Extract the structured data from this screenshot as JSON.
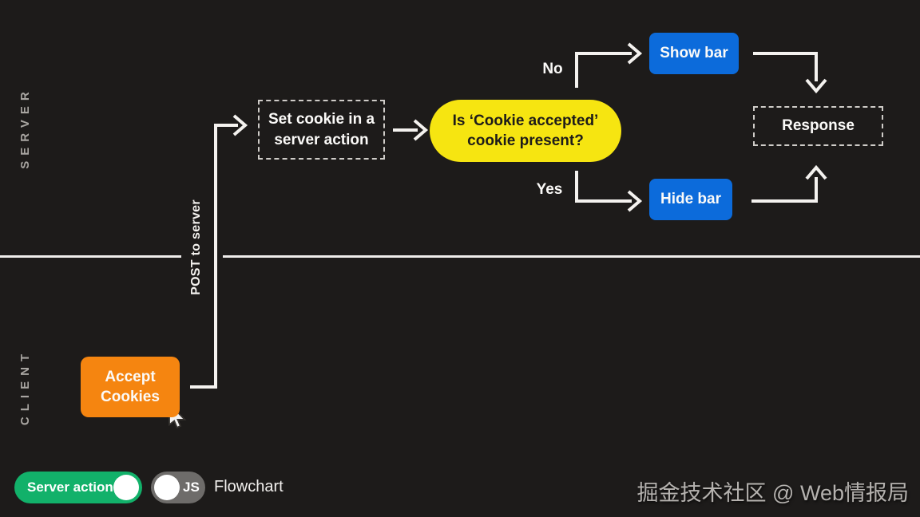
{
  "lanes": {
    "server": "SERVER",
    "client": "CLIENT"
  },
  "nodes": {
    "set_cookie": {
      "lines": [
        "Set cookie in a",
        "server action"
      ]
    },
    "decision": {
      "lines": [
        "Is ‘Cookie accepted’",
        "cookie present?"
      ],
      "color": "#f6e511"
    },
    "show_bar": {
      "label": "Show bar",
      "color": "#0c6bdb"
    },
    "hide_bar": {
      "label": "Hide bar",
      "color": "#0c6bdb"
    },
    "response": {
      "label": "Response"
    },
    "accept_cookies": {
      "lines": [
        "Accept",
        "Cookies"
      ],
      "color": "#f58510"
    }
  },
  "edges": {
    "no_label": "No",
    "yes_label": "Yes",
    "post_label": "POST to server"
  },
  "controls": {
    "server_actions_toggle": {
      "label": "Server actions",
      "state": "on",
      "color": "#12b16a"
    },
    "js_toggle": {
      "label": "JS",
      "state": "off",
      "color": "#6e6c6a"
    },
    "view_label": "Flowchart"
  },
  "watermark": "掘金技术社区 @ Web情报局",
  "colors": {
    "background": "#1d1b1a",
    "connector": "#f4f2ef",
    "divider": "#efedeb",
    "lane_label": "#a8a5a1",
    "dashed_border": "#cfccc8",
    "watermark_text": "#b5b2af"
  }
}
